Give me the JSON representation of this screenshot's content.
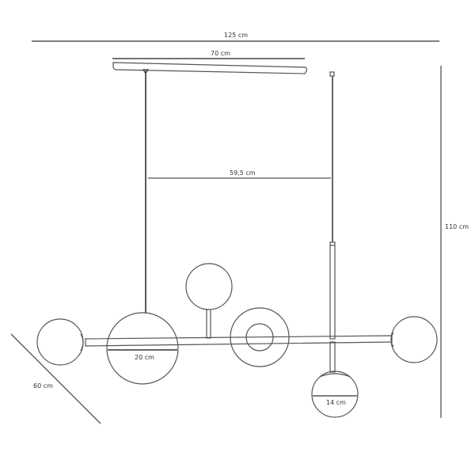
{
  "diagram": {
    "subject": "pendant lamp technical drawing",
    "dimensions": {
      "total_width": "125 cm",
      "canopy_width": "70 cm",
      "cable_spacing": "59,5 cm",
      "height": "110 cm",
      "depth": "60 cm",
      "large_globe_diameter": "20 cm",
      "small_globe_diameter": "14 cm"
    },
    "colors": {
      "line": "#555555",
      "cable": "#222222",
      "background": "#ffffff"
    }
  }
}
